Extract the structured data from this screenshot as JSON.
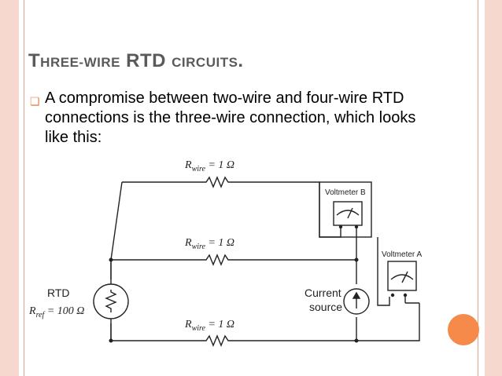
{
  "slide": {
    "title_parts": [
      "T",
      "HREE",
      "-",
      "WIRE",
      " RTD ",
      "CIRCUITS",
      "."
    ],
    "bullet_text": "A compromise between two-wire and four-wire RTD connections is the three-wire connection, which looks like this:"
  },
  "diagram": {
    "wire_label_top": "R",
    "wire_sub": "wire",
    "wire_value": " = 1 Ω",
    "voltmeter_b": "Voltmeter B",
    "voltmeter_a": "Voltmeter A",
    "current_source": [
      "Current",
      "source"
    ],
    "rtd": "RTD",
    "rref_main": "R",
    "rref_sub": "ref",
    "rref_value": " = 100 Ω"
  },
  "colors": {
    "accent": "#f58a4b",
    "frame": "#f6d8cf",
    "title": "#5a5a5a"
  }
}
